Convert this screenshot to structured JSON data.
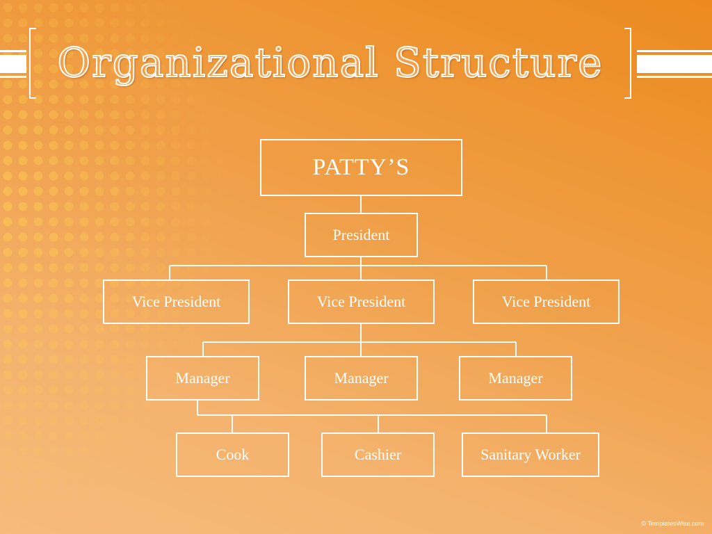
{
  "title": "Organizational Structure",
  "org": {
    "root": "PATTY’S",
    "president": "President",
    "vice_presidents": [
      "Vice President",
      "Vice President",
      "Vice President"
    ],
    "managers": [
      "Manager",
      "Manager",
      "Manager"
    ],
    "staff": [
      "Cook",
      "Cashier",
      "Sanitary Worker"
    ]
  },
  "footer": "© TemplatesWise.com",
  "colors": {
    "accent": "#ec8a1e",
    "line": "#ffffff"
  }
}
